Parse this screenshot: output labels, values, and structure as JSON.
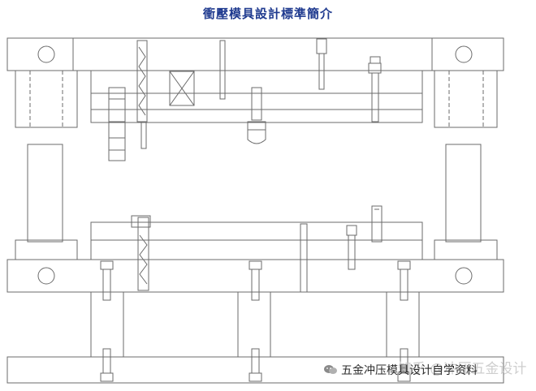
{
  "title": "衝壓模具設計標準簡介",
  "watermark": {
    "account": "五金冲压模具设计自学资料",
    "ghost": "知乎 @冲压五金设计",
    "logo_icon": "wechat-icon"
  },
  "colors": {
    "line": "#6b6b6b",
    "title": "#1f3a8f"
  }
}
